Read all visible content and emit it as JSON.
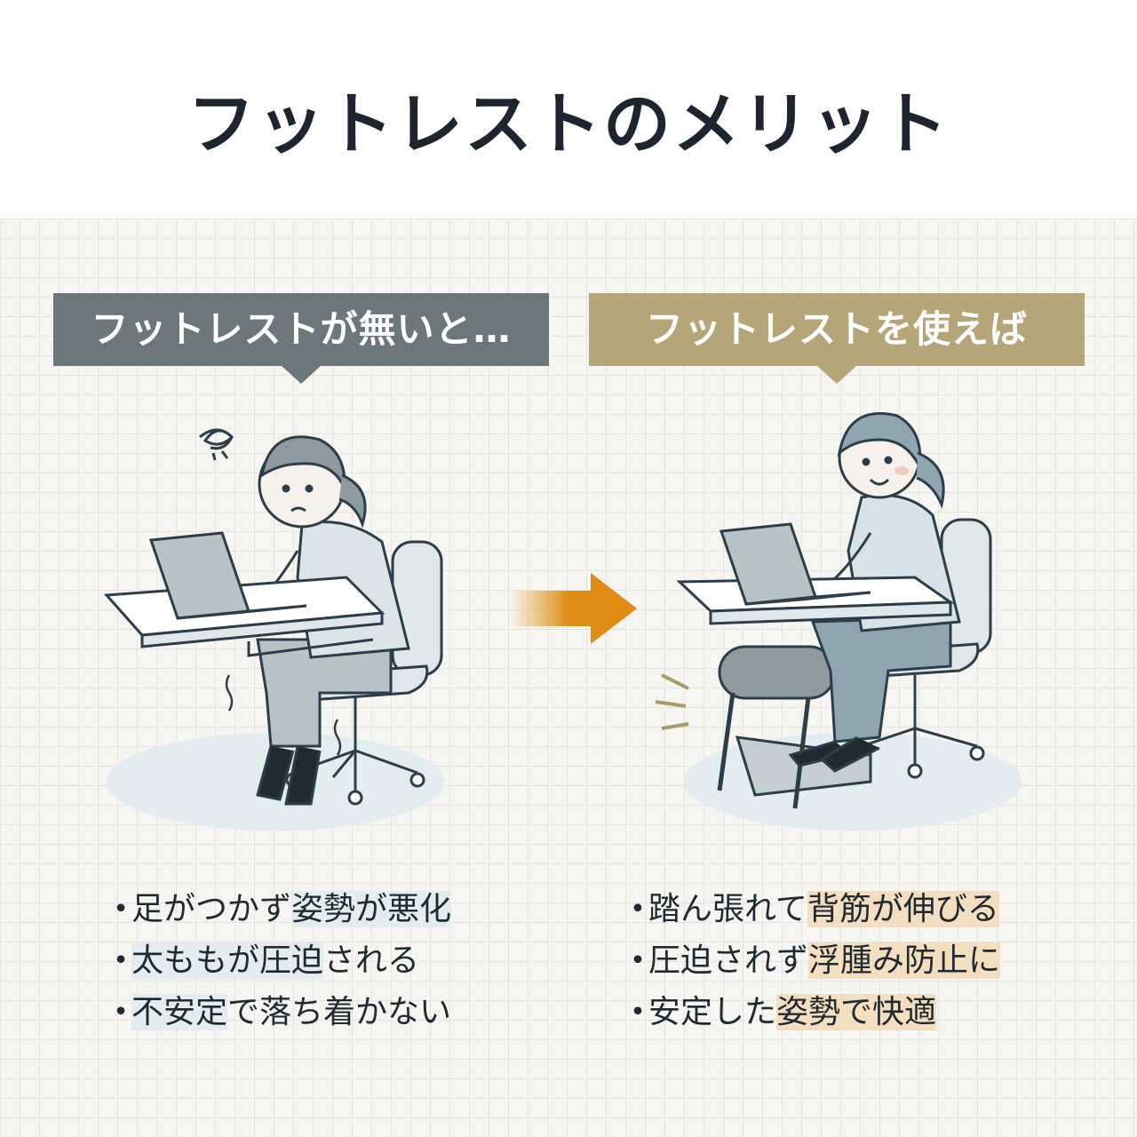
{
  "title": "フットレストのメリット",
  "left": {
    "banner": "フットレストが無いと…",
    "items": [
      {
        "plain": "足がつかず",
        "highlight": "姿勢が悪化",
        "after": ""
      },
      {
        "plain": "",
        "highlight": "太ももが圧迫",
        "after": "される"
      },
      {
        "plain": "",
        "highlight": "不安定",
        "after": "で落ち着かない"
      }
    ]
  },
  "right": {
    "banner": "フットレストを使えば",
    "items": [
      {
        "plain": "踏ん張れて",
        "highlight": "背筋が伸びる",
        "after": ""
      },
      {
        "plain": "圧迫されず",
        "highlight": "浮腫み防止に",
        "after": ""
      },
      {
        "plain": "安定した",
        "highlight": "姿勢で快適",
        "after": ""
      }
    ]
  },
  "bullet": "・",
  "colors": {
    "left_banner": "#6c777b",
    "right_banner": "#b5a67a",
    "arrow": "#e08b12",
    "left_highlight": "#e2ecf1",
    "right_highlight": "#f3dfbf"
  }
}
